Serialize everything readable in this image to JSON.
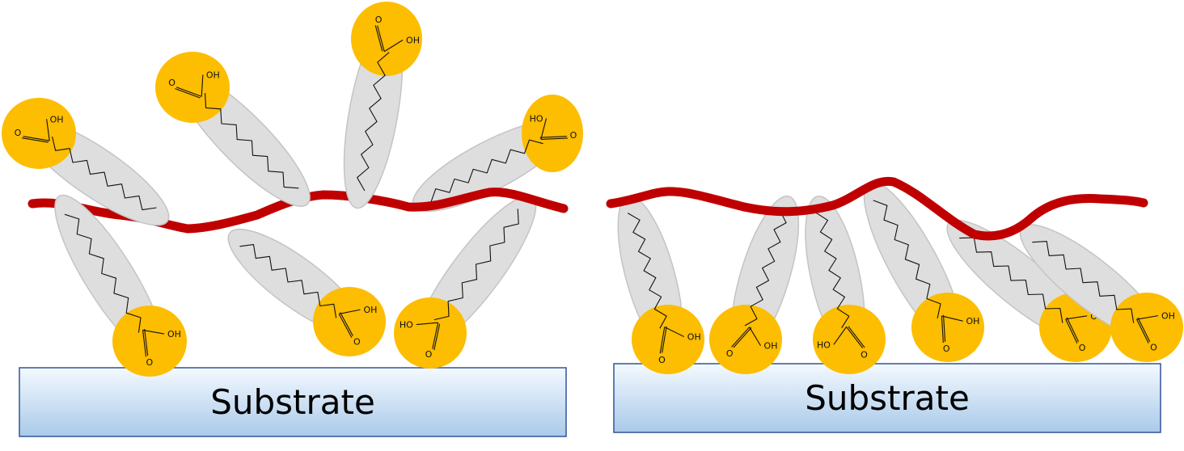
{
  "substrate_label": "Substrate",
  "atom_labels": {
    "hydroxyl": "HO",
    "hydroxyl_right": "OH",
    "oxygen": "O"
  },
  "colors": {
    "head_group": "#fdbd00",
    "alkyl_shell": "#dedede",
    "polymer_chain": "#c00000",
    "substrate_top": "#f4f9ff",
    "substrate_bottom": "#a9cae9",
    "substrate_border": "#2f5597"
  },
  "panels": [
    {
      "name": "left",
      "substrate": {
        "label": "Substrate"
      }
    },
    {
      "name": "right",
      "substrate": {
        "label": "Substrate"
      }
    }
  ]
}
